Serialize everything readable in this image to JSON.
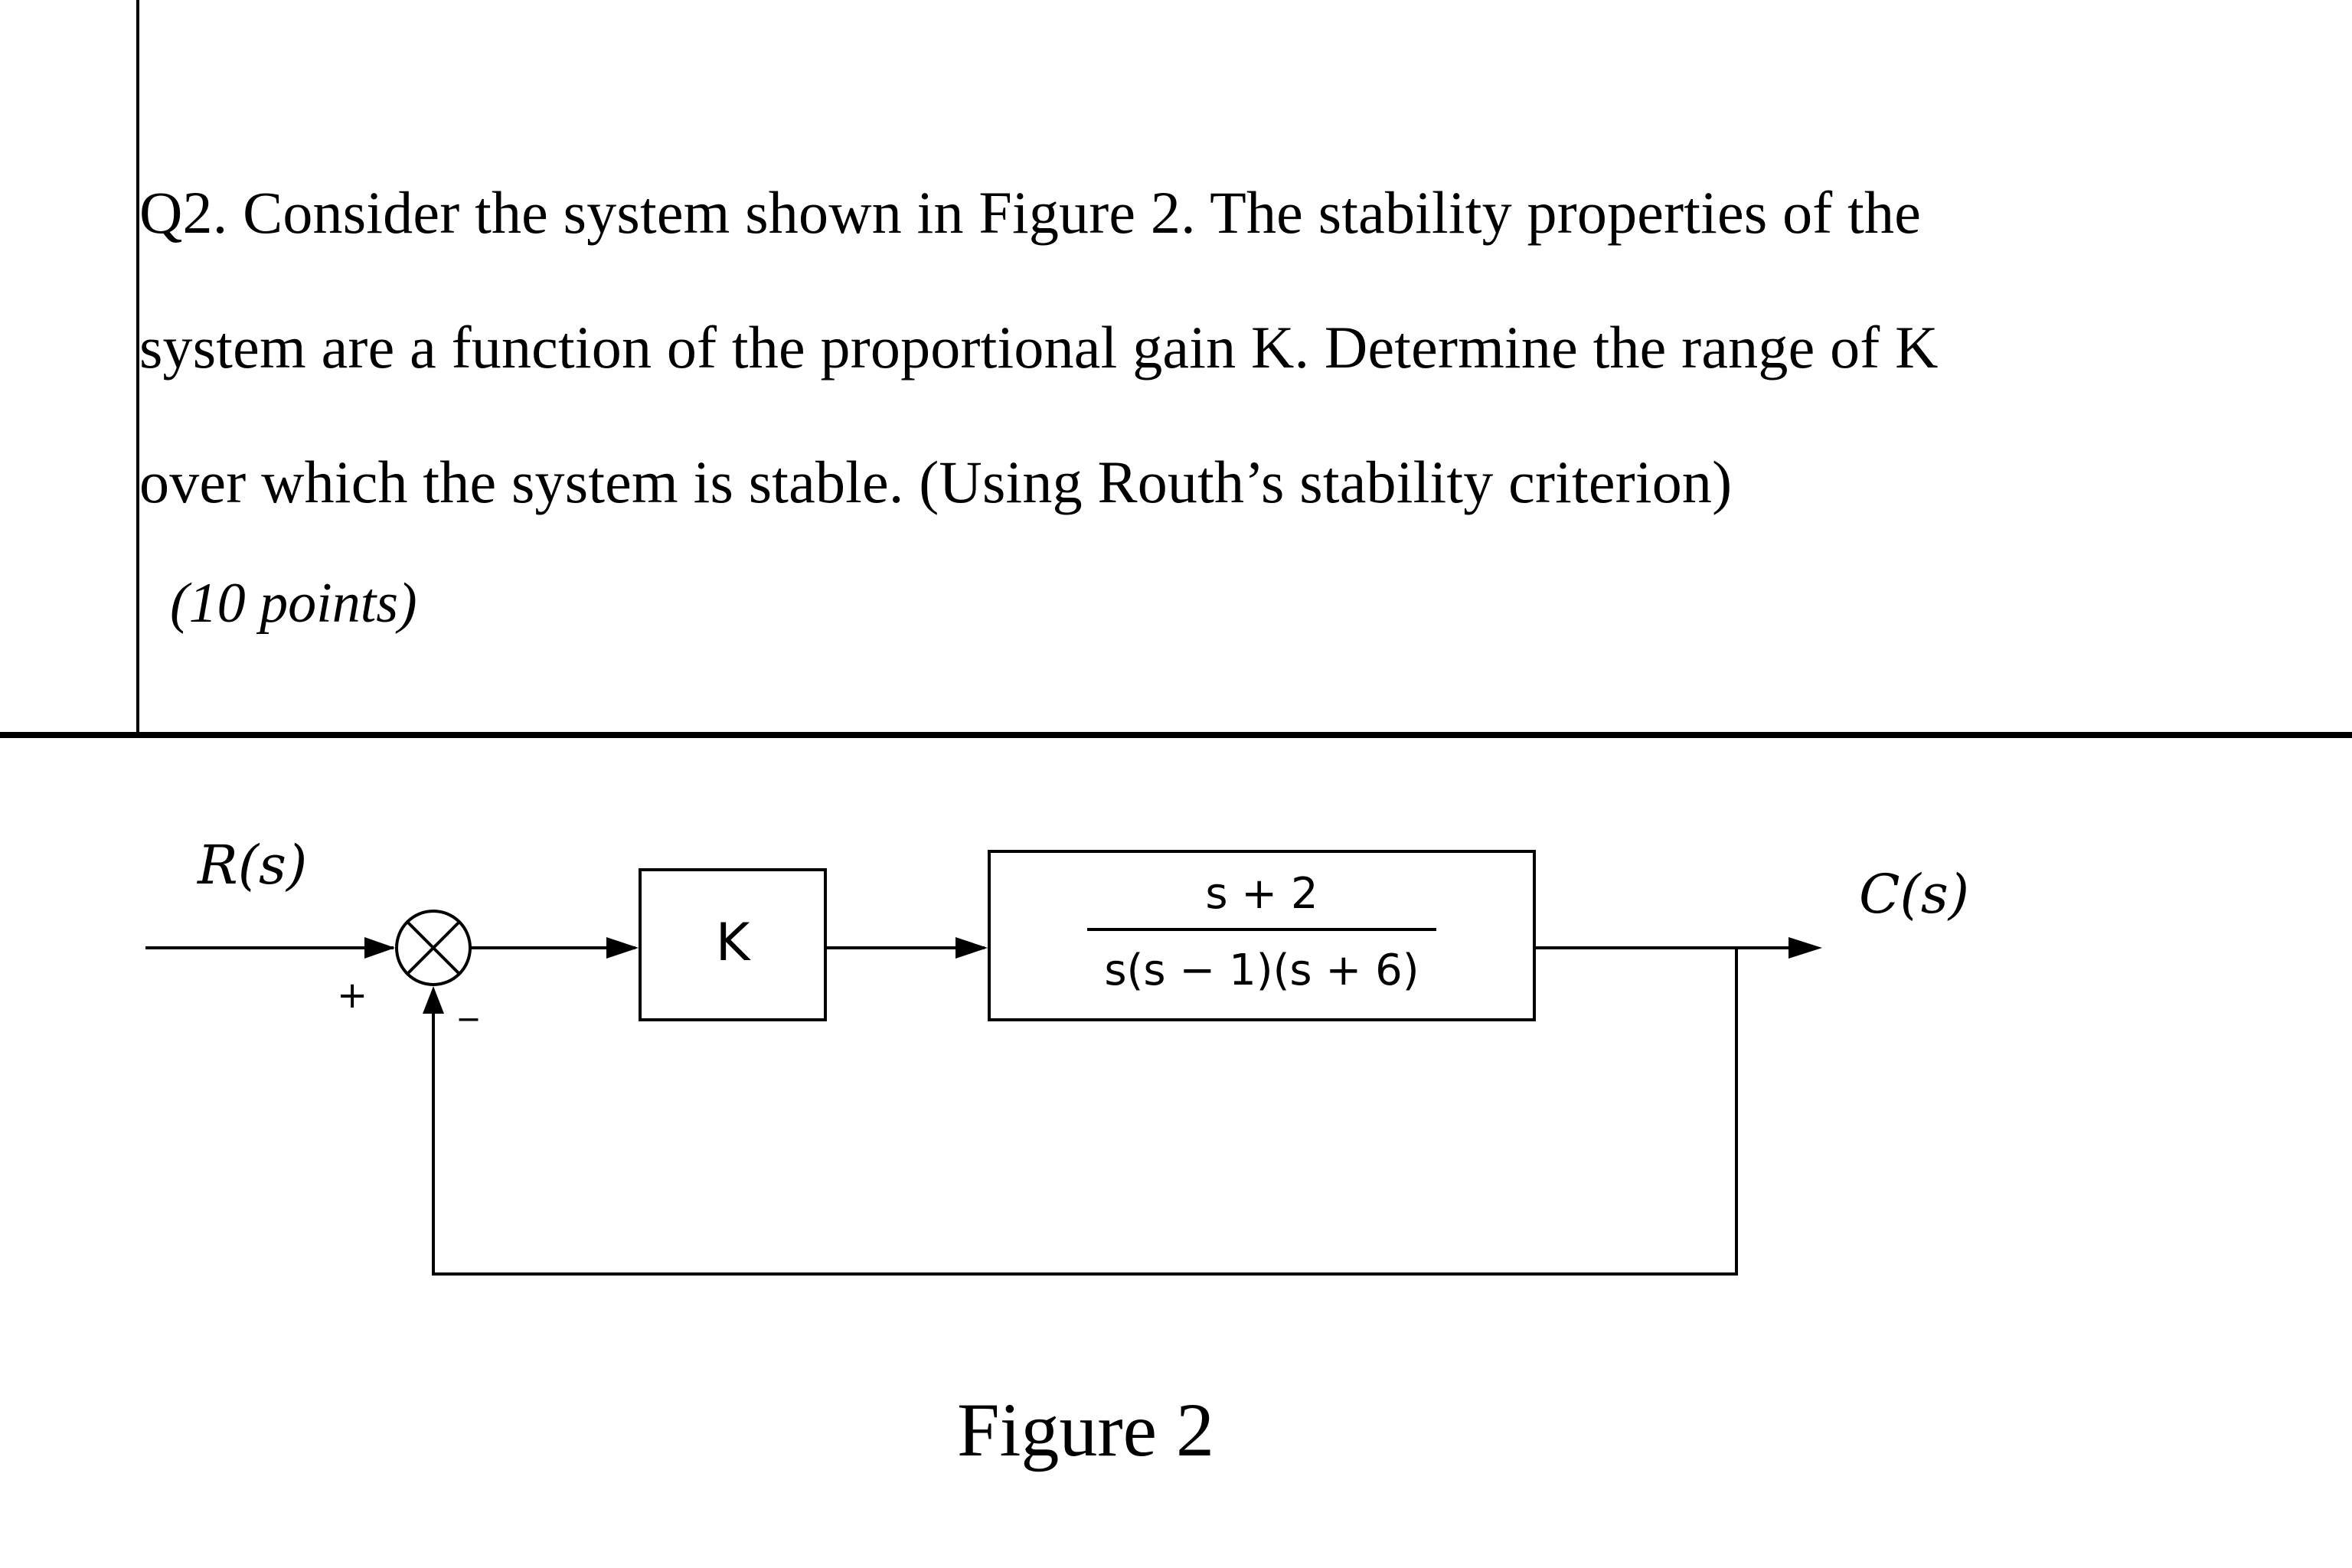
{
  "question": {
    "line1": "Q2.   Consider the system shown in Figure 2. The stability properties of the",
    "line2": "system are a function of the proportional gain K. Determine the range of K",
    "line3": "over which the system is stable. (Using Routh’s stability criterion)",
    "points": "(10 points)"
  },
  "diagram": {
    "input_label": "R(s)",
    "output_label": "C(s)",
    "plus_sign": "+",
    "minus_sign": "_",
    "gain_block": "K",
    "plant_numerator": "s + 2",
    "plant_denominator": "s(s − 1)(s + 6)"
  },
  "caption": "Figure 2"
}
